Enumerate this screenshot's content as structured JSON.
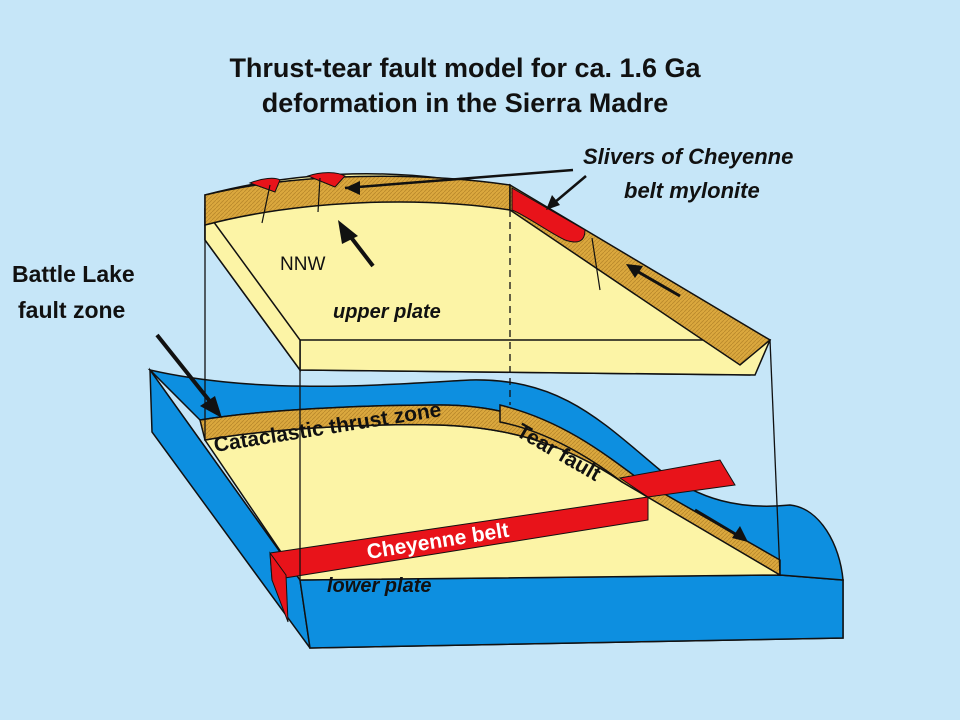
{
  "title": {
    "line1": "Thrust-tear fault model for ca. 1.6 Ga",
    "line2": "deformation in the Sierra Madre"
  },
  "labels": {
    "battle_lake_line1": "Battle Lake",
    "battle_lake_line2": "fault zone",
    "slivers_line1": "Slivers of Cheyenne",
    "slivers_line2": "belt mylonite",
    "nnw": "NNW",
    "upper_plate": "upper plate",
    "lower_plate": "lower plate",
    "cataclastic": "Cataclastic thrust zone",
    "tear_fault": "Tear fault",
    "cheyenne_belt": "Cheyenne belt"
  },
  "colors": {
    "background": "#c6e6f8",
    "lower_plate_blue": "#0d8fe0",
    "plate_yellow": "#fcf4a6",
    "fault_zone_gold": "#dba83e",
    "cheyenne_red": "#e8131a",
    "outline": "#111111"
  }
}
